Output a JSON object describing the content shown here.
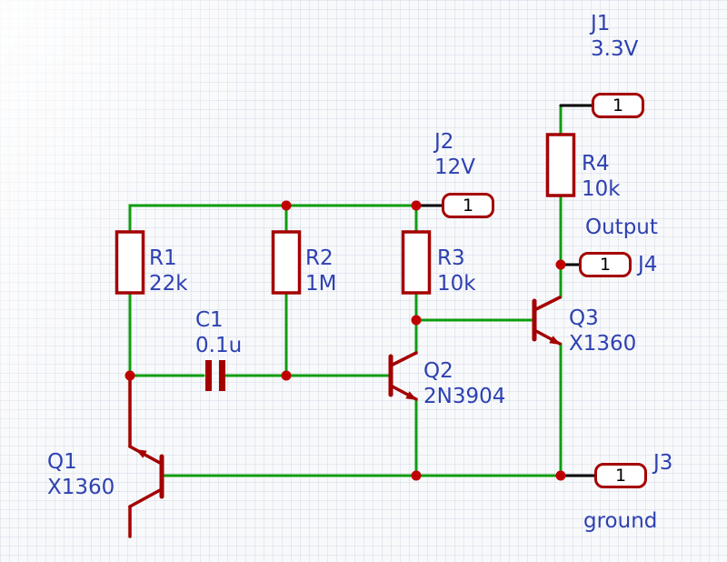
{
  "app": {
    "view": "circuit-schematic"
  },
  "colors": {
    "net_wire": "#0f9d0f",
    "symbol": "#a40000",
    "junction_dot": "#c00000",
    "label_text": "#2e41b0",
    "pin_stub": "#000000",
    "connector_pin_text": "#000000",
    "background": "#f8f9fb",
    "grid_line": "#e8eaf2"
  },
  "components": {
    "r1": {
      "designator": "R1",
      "value": "22k",
      "type": "resistor"
    },
    "r2": {
      "designator": "R2",
      "value": "1M",
      "type": "resistor"
    },
    "r3": {
      "designator": "R3",
      "value": "10k",
      "type": "resistor"
    },
    "r4": {
      "designator": "R4",
      "value": "10k",
      "type": "resistor"
    },
    "c1": {
      "designator": "C1",
      "value": "0.1u",
      "type": "capacitor"
    },
    "q1": {
      "designator": "Q1",
      "value": "X1360",
      "type": "npn-transistor"
    },
    "q2": {
      "designator": "Q2",
      "value": "2N3904",
      "type": "npn-transistor"
    },
    "q3": {
      "designator": "Q3",
      "value": "X1360",
      "type": "npn-transistor"
    },
    "j1": {
      "designator": "J1",
      "value": "3.3V",
      "pin": "1",
      "type": "connector"
    },
    "j2": {
      "designator": "J2",
      "value": "12V",
      "pin": "1",
      "type": "connector"
    },
    "j3": {
      "designator": "J3",
      "value": "ground",
      "pin": "1",
      "type": "connector"
    },
    "j4": {
      "designator": "J4",
      "value": "Output",
      "pin": "1",
      "type": "connector"
    }
  }
}
